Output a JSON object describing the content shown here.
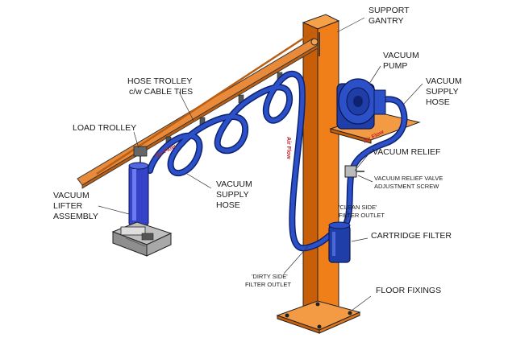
{
  "labels": {
    "support_gantry": [
      "SUPPORT",
      "GANTRY"
    ],
    "vacuum_pump": [
      "VACUUM",
      "PUMP"
    ],
    "vacuum_supply_hose_right": [
      "VACUUM",
      "SUPPLY",
      "HOSE"
    ],
    "hose_trolley": [
      "HOSE TROLLEY",
      "c/w CABLE TIES"
    ],
    "load_trolley": "LOAD TROLLEY",
    "vacuum_relief": "VACUUM RELIEF",
    "vacuum_relief_valve": [
      "VACUUM RELIEF VALVE",
      "ADJUSTMENT SCREW"
    ],
    "vacuum_supply_hose_center": [
      "VACUUM",
      "SUPPLY",
      "HOSE"
    ],
    "vacuum_lifter_assembly": [
      "VACUUM",
      "LIFTER",
      "ASSEMBLY"
    ],
    "clean_side_filter_outlet": [
      "'CLEAN SIDE'",
      "FILTER OUTLET"
    ],
    "cartridge_filter": "CARTRIDGE FILTER",
    "dirty_side_filter_outlet": [
      "'DIRTY SIDE'",
      "FILTER OUTLET"
    ],
    "floor_fixings": "FLOOR FIXINGS"
  },
  "air_flow_text": "Air Flow",
  "colors": {
    "gantry": "#f07f1a",
    "gantry_dark": "#c85f08",
    "hose": "#1f3ea8",
    "hose_dark": "#0e2270",
    "boom": "#e98a3a",
    "lifter_body": "#3443c8",
    "flow_text": "#c0262d",
    "leader": "#333333"
  }
}
